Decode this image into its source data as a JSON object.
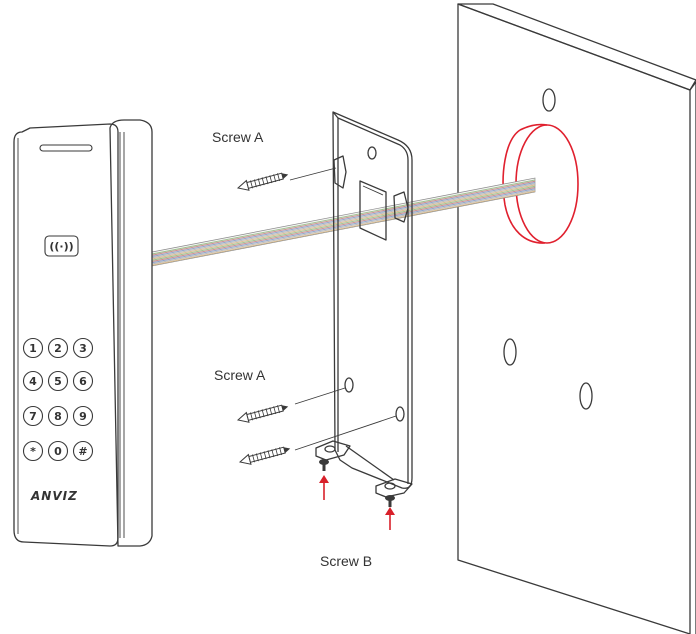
{
  "labels": {
    "screw_a_top": "Screw A",
    "screw_a_mid": "Screw A",
    "screw_b": "Screw B"
  },
  "device": {
    "brand": "ANVIZ",
    "rfid_symbol": "((·))",
    "keys": [
      "1",
      "2",
      "3",
      "4",
      "5",
      "6",
      "7",
      "8",
      "9",
      "*",
      "0",
      "#"
    ]
  },
  "colors": {
    "highlight": "#e0202e",
    "arrow": "#d8202a",
    "outline": "#3a3a3a",
    "wires": [
      "#9bbf8a",
      "#c98a8a",
      "#8aa0c9",
      "#b7b7b7",
      "#d7b98a"
    ]
  },
  "icons": {
    "screw": "screw-icon",
    "arrow": "arrow-up-icon",
    "rfid": "rfid-icon"
  }
}
